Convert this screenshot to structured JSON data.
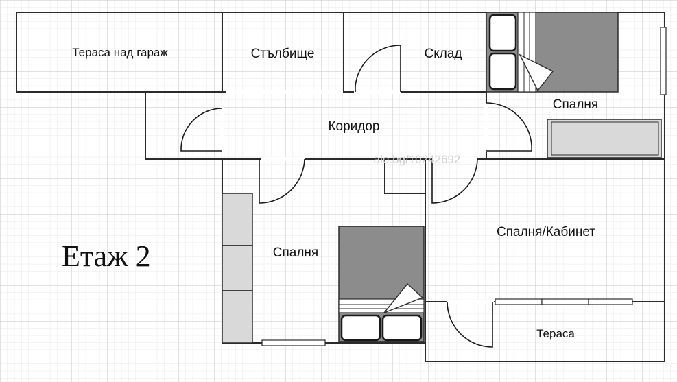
{
  "floor_label": "Етаж 2",
  "watermark": "alo.bg/10242692",
  "rooms": {
    "garage_terrace": "Тераса над гараж",
    "stairwell": "Стълбище",
    "storage": "Склад",
    "corridor": "Коридор",
    "bedroom_top": "Спалня",
    "bedroom_left": "Спалня",
    "bedroom_office": "Спалня/Кабинет",
    "terrace": "Тераса"
  },
  "colors": {
    "grid_minor": "#e9e9e9",
    "grid_major": "#cfcfcf",
    "wall": "#2b2b2b",
    "furniture_light": "#d9d9d9",
    "furniture_dark": "#8c8c8c"
  }
}
